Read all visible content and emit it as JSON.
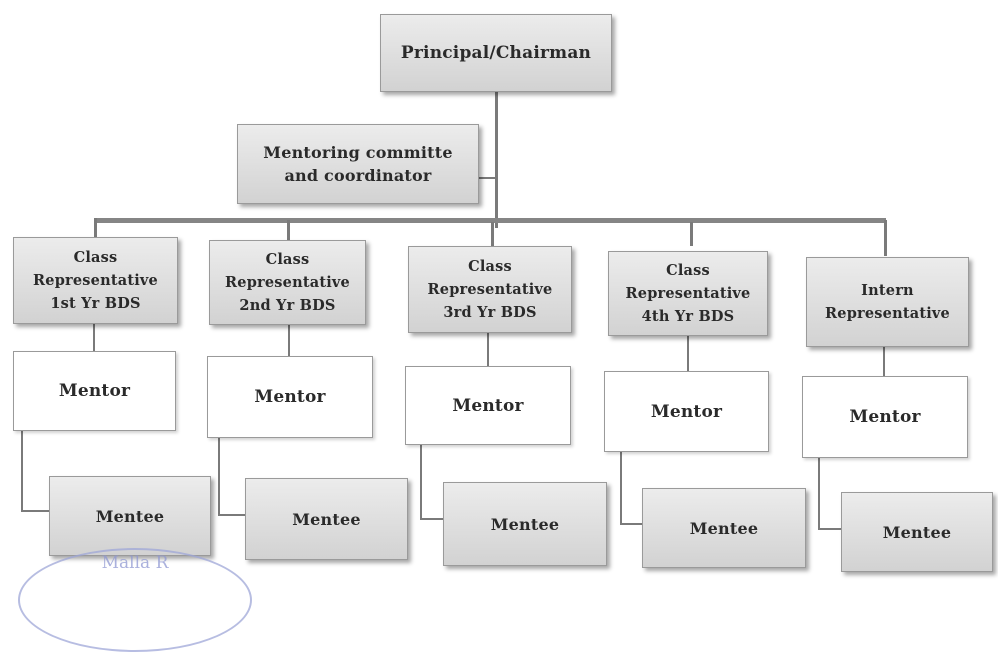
{
  "top": {
    "label": "Principal/Chairman"
  },
  "committee": {
    "label": "Mentoring committe and coordinator"
  },
  "columns": [
    {
      "rep": "Class Representative 1st Yr BDS",
      "mentor": "Mentor",
      "mentee": "Mentee"
    },
    {
      "rep": "Class Representative 2nd Yr BDS",
      "mentor": "Mentor",
      "mentee": "Mentee"
    },
    {
      "rep": "Class Representative 3rd Yr BDS",
      "mentor": "Mentor",
      "mentee": "Mentee"
    },
    {
      "rep": "Class Representative 4th Yr BDS",
      "mentor": "Mentor",
      "mentee": "Mentee"
    },
    {
      "rep": "Intern Representative",
      "mentor": "Mentor",
      "mentee": "Mentee"
    }
  ],
  "stamp": {
    "text": "Malla R"
  }
}
